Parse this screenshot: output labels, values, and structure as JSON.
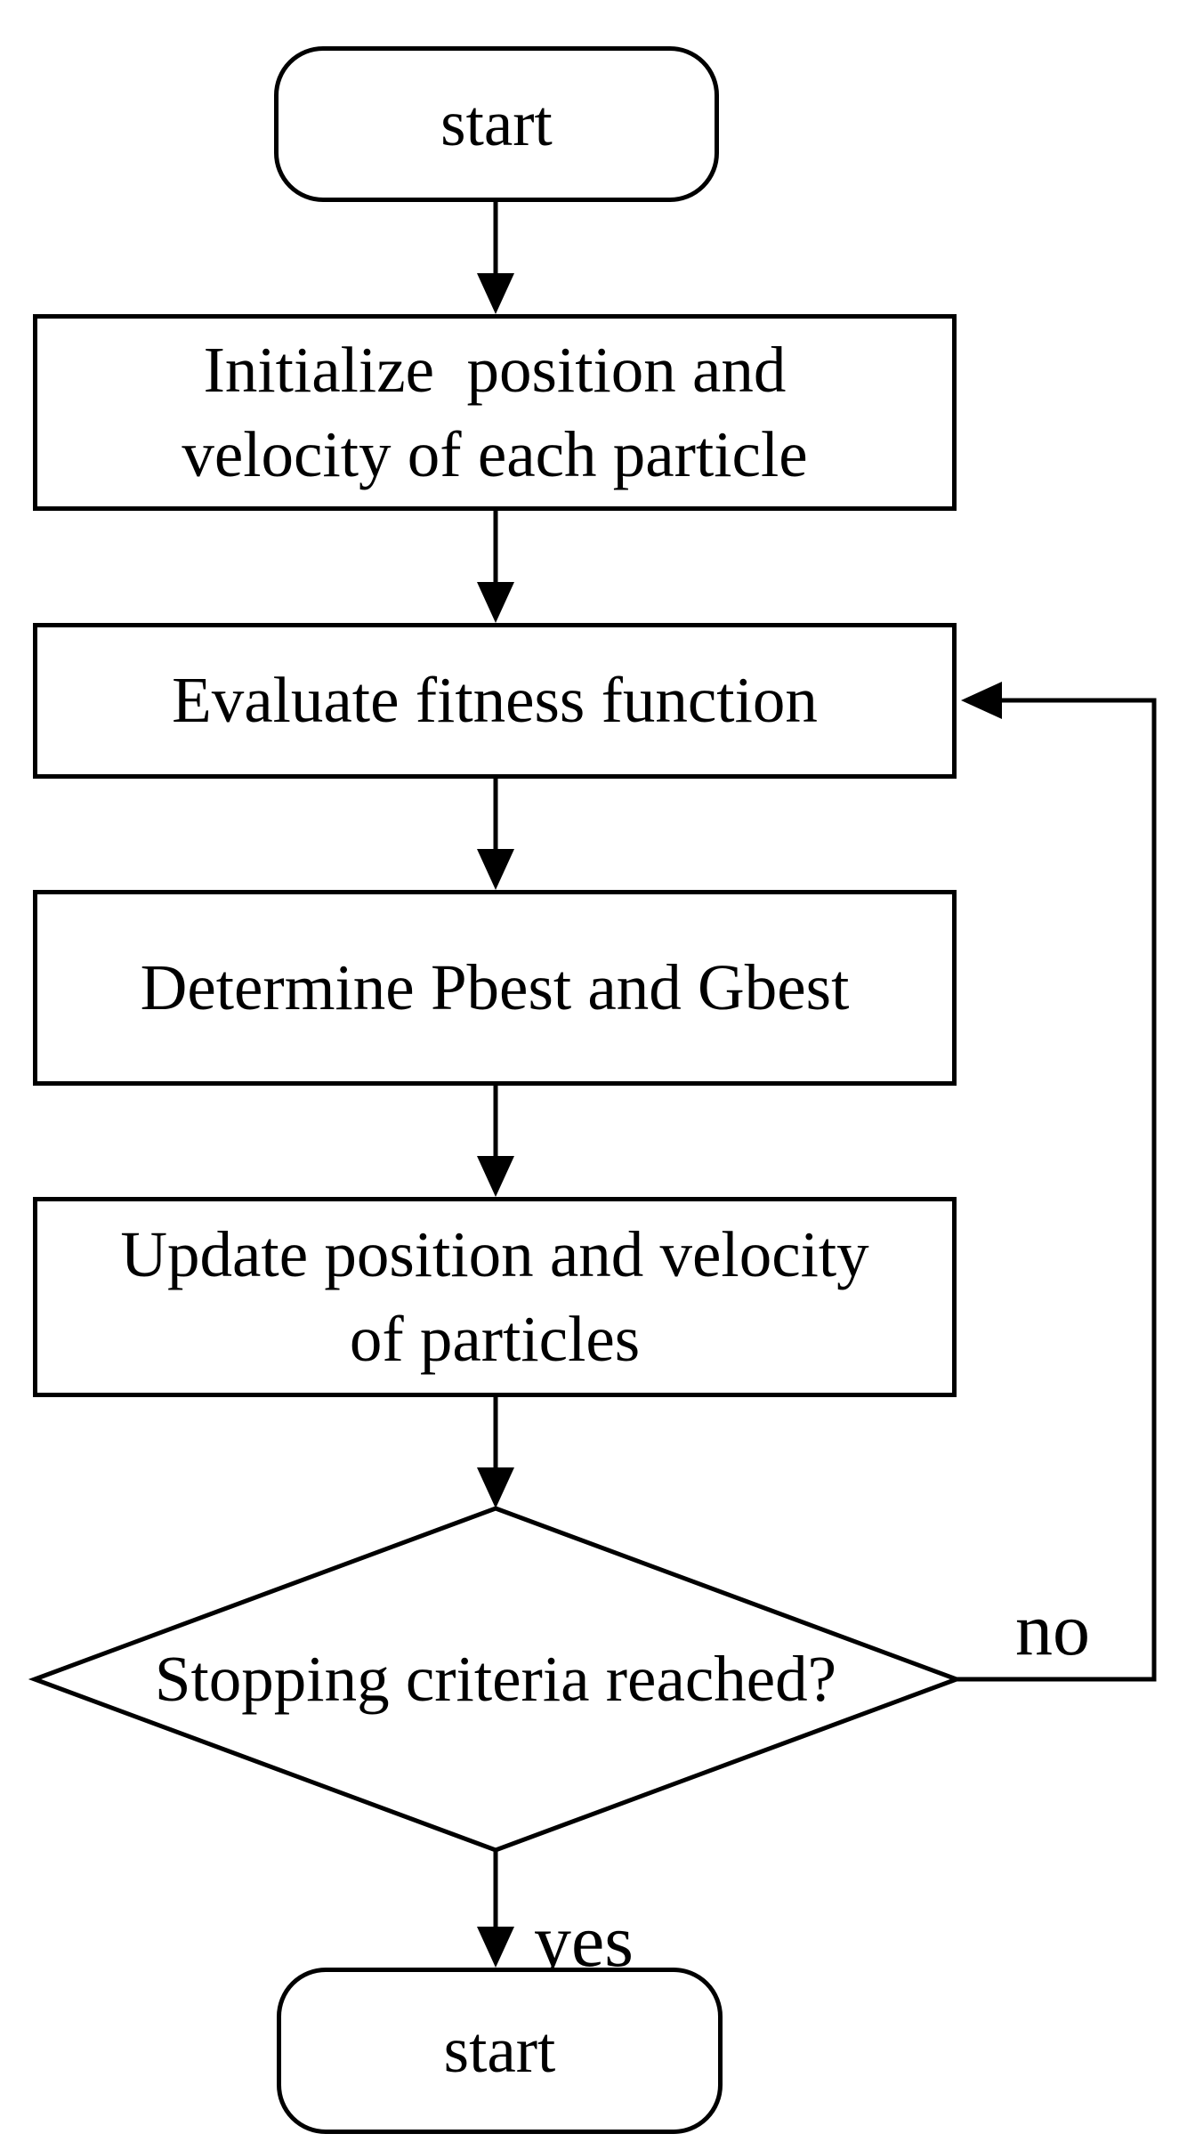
{
  "diagram": {
    "colors": {
      "stroke": "#000000",
      "fill": "#ffffff",
      "text": "#000000"
    },
    "nodes": {
      "terminal_top": {
        "label": "start"
      },
      "initialize": {
        "line1": "Initialize  position and",
        "line2": "velocity of each particle"
      },
      "evaluate": {
        "line1": "Evaluate fitness function"
      },
      "determine": {
        "line1": "Determine Pbest and Gbest"
      },
      "update": {
        "line1": "Update position and velocity",
        "line2": "of particles"
      },
      "decision": {
        "label": "Stopping criteria reached?"
      },
      "terminal_bottom": {
        "label": "start"
      }
    },
    "edges": [
      {
        "from": "terminal_top",
        "to": "initialize",
        "label": ""
      },
      {
        "from": "initialize",
        "to": "evaluate",
        "label": ""
      },
      {
        "from": "evaluate",
        "to": "determine",
        "label": ""
      },
      {
        "from": "determine",
        "to": "update",
        "label": ""
      },
      {
        "from": "update",
        "to": "decision",
        "label": ""
      },
      {
        "from": "decision",
        "to": "evaluate",
        "label": "no"
      },
      {
        "from": "decision",
        "to": "terminal_bottom",
        "label": "yes"
      }
    ]
  }
}
